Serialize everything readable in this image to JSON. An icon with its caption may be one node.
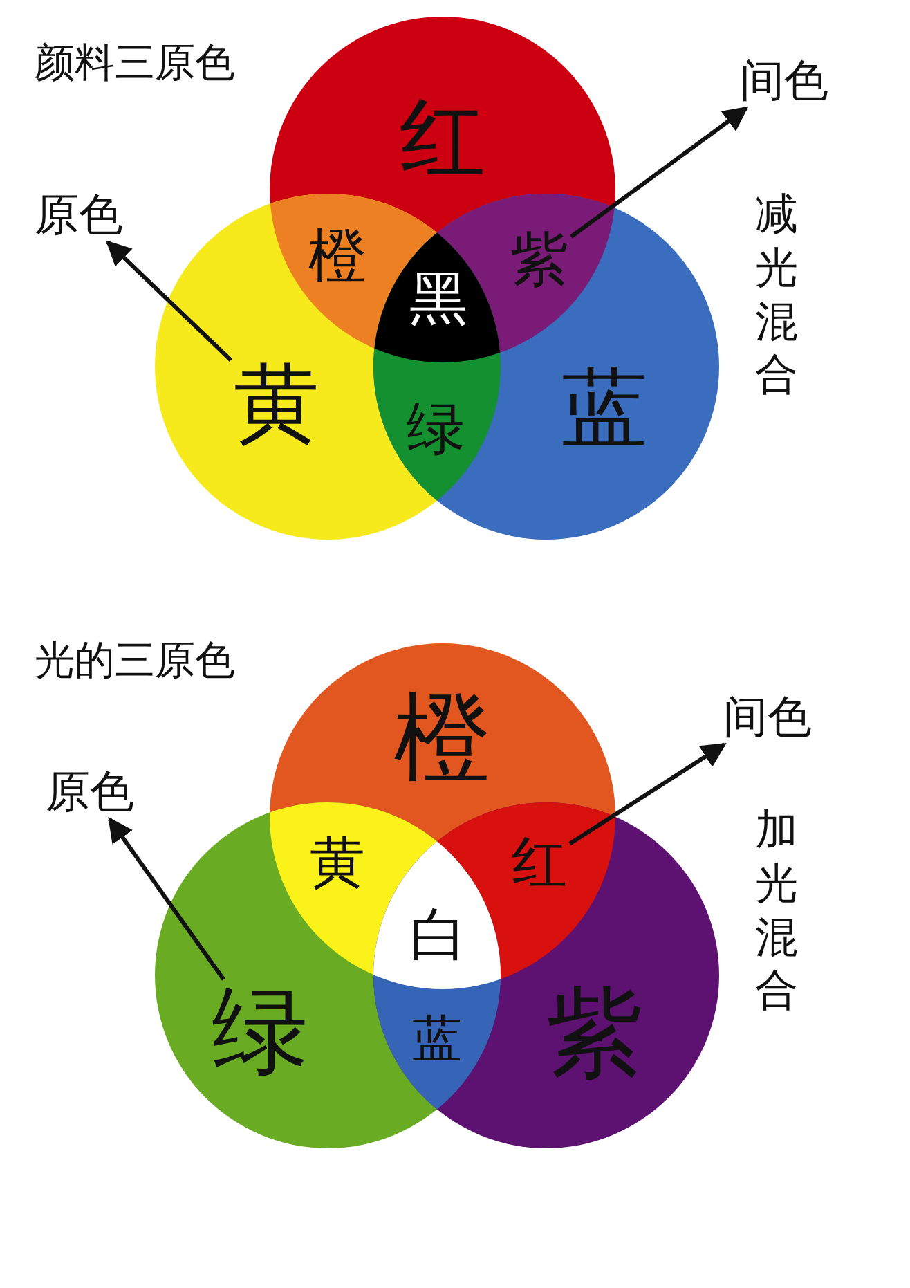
{
  "diagram": {
    "nodes": [
      {
        "text": [
          "红"
        ]
      },
      {
        "text": [
          "黄"
        ]
      },
      {
        "text": [
          "蓝"
        ]
      },
      {
        "text": [
          "橙"
        ]
      },
      {
        "text": [
          "紫"
        ]
      },
      {
        "text": [
          "黑"
        ]
      },
      {
        "text": [
          "绿"
        ]
      },
      {
        "text": [
          "原色"
        ]
      },
      {
        "text": [
          "间色"
        ]
      },
      {
        "text": [
          "橙"
        ]
      },
      {
        "text": [
          "绿"
        ]
      },
      {
        "text": [
          "紫"
        ]
      },
      {
        "text": [
          "黄"
        ]
      },
      {
        "text": [
          "红"
        ]
      },
      {
        "text": [
          "白"
        ]
      },
      {
        "text": [
          "蓝"
        ]
      },
      {
        "text": [
          "原色"
        ]
      },
      {
        "text": [
          "间色"
        ]
      }
    ],
    "edges": [
      {
        "from": 1,
        "to": 7,
        "arrow": "to"
      },
      {
        "from": 4,
        "to": 8,
        "arrow": "to"
      },
      {
        "from": 10,
        "to": 16,
        "arrow": "to"
      },
      {
        "from": 13,
        "to": 17,
        "arrow": "to"
      }
    ],
    "labels": [
      "颜料三原色",
      "减光混合",
      "光的三原色",
      "加光混合"
    ]
  }
}
